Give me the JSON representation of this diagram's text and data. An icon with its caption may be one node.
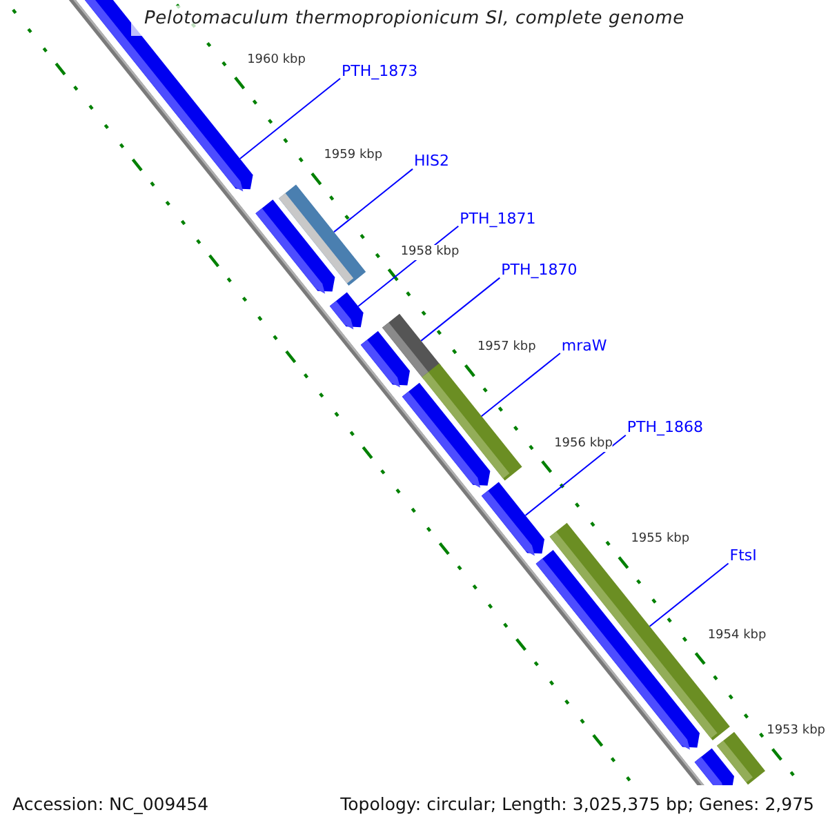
{
  "diagram": {
    "title": "Pelotomaculum thermopropionicum SI, complete genome",
    "nodes": [
      {
        "text": [
          "PTH_1873"
        ]
      },
      {
        "text": [
          "HIS2"
        ]
      },
      {
        "text": [
          "PTH_1871"
        ]
      },
      {
        "text": [
          "PTH_1870"
        ]
      },
      {
        "text": [
          "mraW"
        ]
      },
      {
        "text": [
          "PTH_1868"
        ]
      },
      {
        "text": [
          "FtsI"
        ]
      },
      {
        "text": [],
        "shape": "arrow"
      },
      {
        "text": [],
        "shape": "arrow"
      },
      {
        "text": [],
        "shape": "bar"
      },
      {
        "text": [],
        "shape": "arrow"
      },
      {
        "text": [],
        "shape": "arrow"
      },
      {
        "text": [],
        "shape": "bar"
      },
      {
        "text": [],
        "shape": "arrow"
      },
      {
        "text": [],
        "shape": "bar"
      },
      {
        "text": [],
        "shape": "arrow"
      },
      {
        "text": [],
        "shape": "arrow"
      },
      {
        "text": [],
        "shape": "bar"
      },
      {
        "text": [],
        "shape": "arrow"
      },
      {
        "text": [],
        "shape": "bar"
      }
    ],
    "edges": [
      {
        "from": 0,
        "to": 7,
        "arrow": "none"
      },
      {
        "from": 1,
        "to": 9,
        "arrow": "none"
      },
      {
        "from": 2,
        "to": 10,
        "arrow": "none"
      },
      {
        "from": 3,
        "to": 12,
        "arrow": "none"
      },
      {
        "from": 4,
        "to": 14,
        "arrow": "none"
      },
      {
        "from": 5,
        "to": 15,
        "arrow": "none"
      },
      {
        "from": 6,
        "to": 17,
        "arrow": "none"
      }
    ],
    "labels": [
      "1960 kbp",
      "1959 kbp",
      "1958 kbp",
      "1957 kbp",
      "1956 kbp",
      "1955 kbp",
      "1954 kbp",
      "1953 kbp",
      "Accession: NC_009454",
      "Topology: circular; Length: 3,025,375 bp; Genes: 2,975"
    ]
  }
}
